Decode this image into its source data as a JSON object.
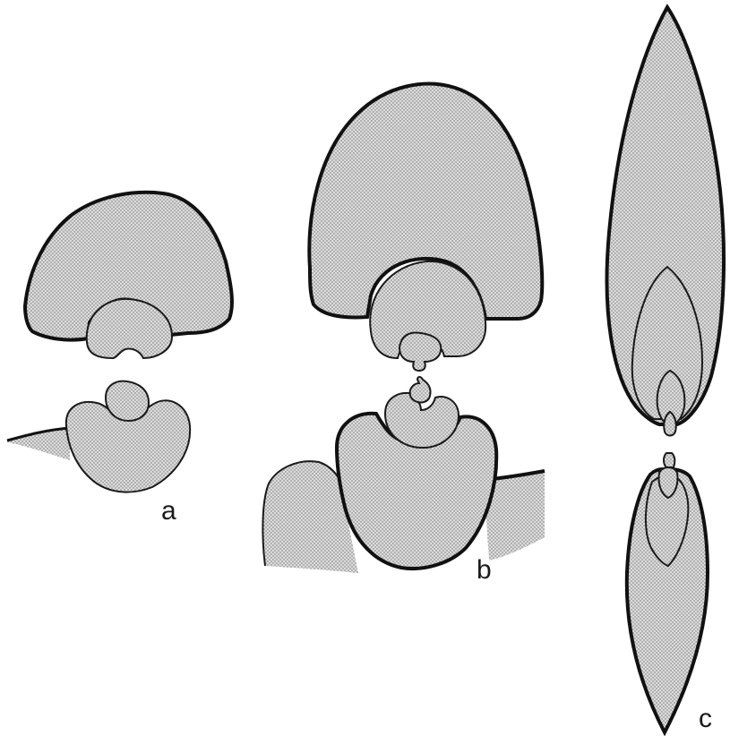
{
  "panels": {
    "a": {
      "label": "a"
    },
    "b": {
      "label": "b"
    },
    "c": {
      "label": "c"
    }
  },
  "colors": {
    "outline": "#1a1a1a",
    "fill": "#d9d9d9",
    "dots": "#6e6e6e",
    "background": "#ffffff"
  }
}
